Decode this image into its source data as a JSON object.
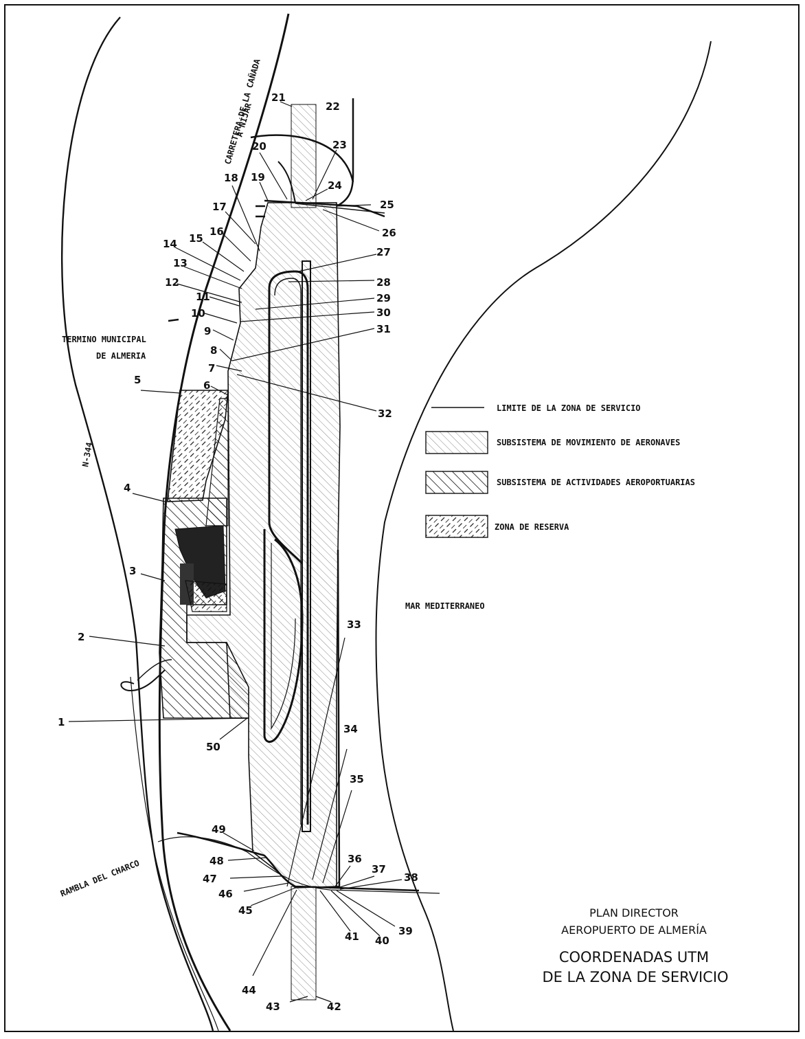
{
  "labels": {
    "road_top": "CARRETERA DE LA CAÑADA",
    "road_top2": "A NÍJAR",
    "municipal1": "TERMINO MUNICIPAL",
    "municipal2": "DE ALMERIA",
    "highway": "N-344",
    "rambla": "RAMBLA DEL CHARCO",
    "sea": "MAR MEDITERRANEO"
  },
  "legend": {
    "items": [
      {
        "key": "line",
        "text": "LIMITE DE LA ZONA DE SERVICIO"
      },
      {
        "key": "movement",
        "text": "SUBSISTEMA DE MOVIMIENTO DE AERONAVES"
      },
      {
        "key": "activities",
        "text": "SUBSISTEMA DE ACTIVIDADES AEROPORTUARIAS"
      },
      {
        "key": "reserve",
        "text": "ZONA DE RESERVA"
      }
    ]
  },
  "title": {
    "line1": "PLAN DIRECTOR",
    "line2": "AEROPUERTO DE ALMERÍA",
    "line3": "COORDENADAS UTM",
    "line4": "DE LA ZONA DE SERVICIO"
  },
  "points": [
    "1",
    "2",
    "3",
    "4",
    "5",
    "6",
    "7",
    "8",
    "9",
    "10",
    "11",
    "12",
    "13",
    "14",
    "15",
    "16",
    "17",
    "18",
    "19",
    "20",
    "21",
    "22",
    "23",
    "24",
    "25",
    "26",
    "27",
    "28",
    "29",
    "30",
    "31",
    "32",
    "33",
    "34",
    "35",
    "36",
    "37",
    "38",
    "39",
    "40",
    "41",
    "42",
    "43",
    "44",
    "45",
    "46",
    "47",
    "48",
    "49",
    "50"
  ]
}
